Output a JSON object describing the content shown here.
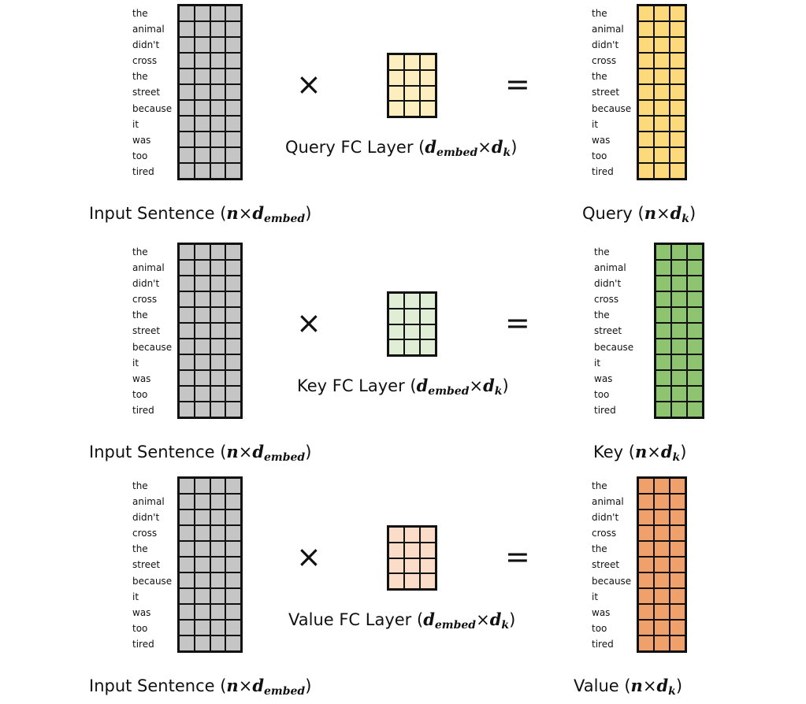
{
  "words": [
    "the",
    "animal",
    "didn't",
    "cross",
    "the",
    "street",
    "because",
    "it",
    "was",
    "too",
    "tired"
  ],
  "symbols": {
    "times": "×",
    "equals": "="
  },
  "rows": [
    {
      "id": "query",
      "fc_prefix": "Query FC Layer",
      "out_prefix": "Query",
      "fc_color": "#fdeebf",
      "out_color": "#fcd97a"
    },
    {
      "id": "key",
      "fc_prefix": "Key FC Layer",
      "out_prefix": "Key",
      "fc_color": "#e0eed5",
      "out_color": "#8ec46f"
    },
    {
      "id": "value",
      "fc_prefix": "Value FC Layer",
      "out_prefix": "Value",
      "fc_color": "#fbdcc8",
      "out_color": "#f0a06a"
    }
  ],
  "input": {
    "prefix": "Input Sentence",
    "color": "#c5c5c5",
    "rows": 11,
    "cols": 4
  },
  "fc": {
    "rows": 4,
    "cols": 3
  },
  "output": {
    "rows": 11,
    "cols": 3
  },
  "math": {
    "n": "n",
    "d": "d",
    "embed": "embed",
    "k": "k",
    "x": "×"
  }
}
